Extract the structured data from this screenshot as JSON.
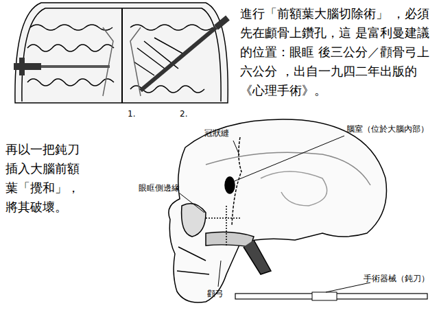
{
  "diagram": {
    "labels": [
      "進行「前額葉大腦切除術」 ，必須先在顱骨上鑽孔，這 是富利曼建議的位置：眼眶 後三公分／顴骨弓上六公分 ，出自一九四二年出版的 《心理手術》。",
      "再以一把鈍刀 插入大腦前額 葉「攪和」， 將其破壞。",
      "1.",
      "2.",
      "冠狀縫",
      "腦室（位於大腦內部）",
      "眼眶側邊緣",
      "顴弓",
      "手術器械（鈍刀）"
    ]
  }
}
